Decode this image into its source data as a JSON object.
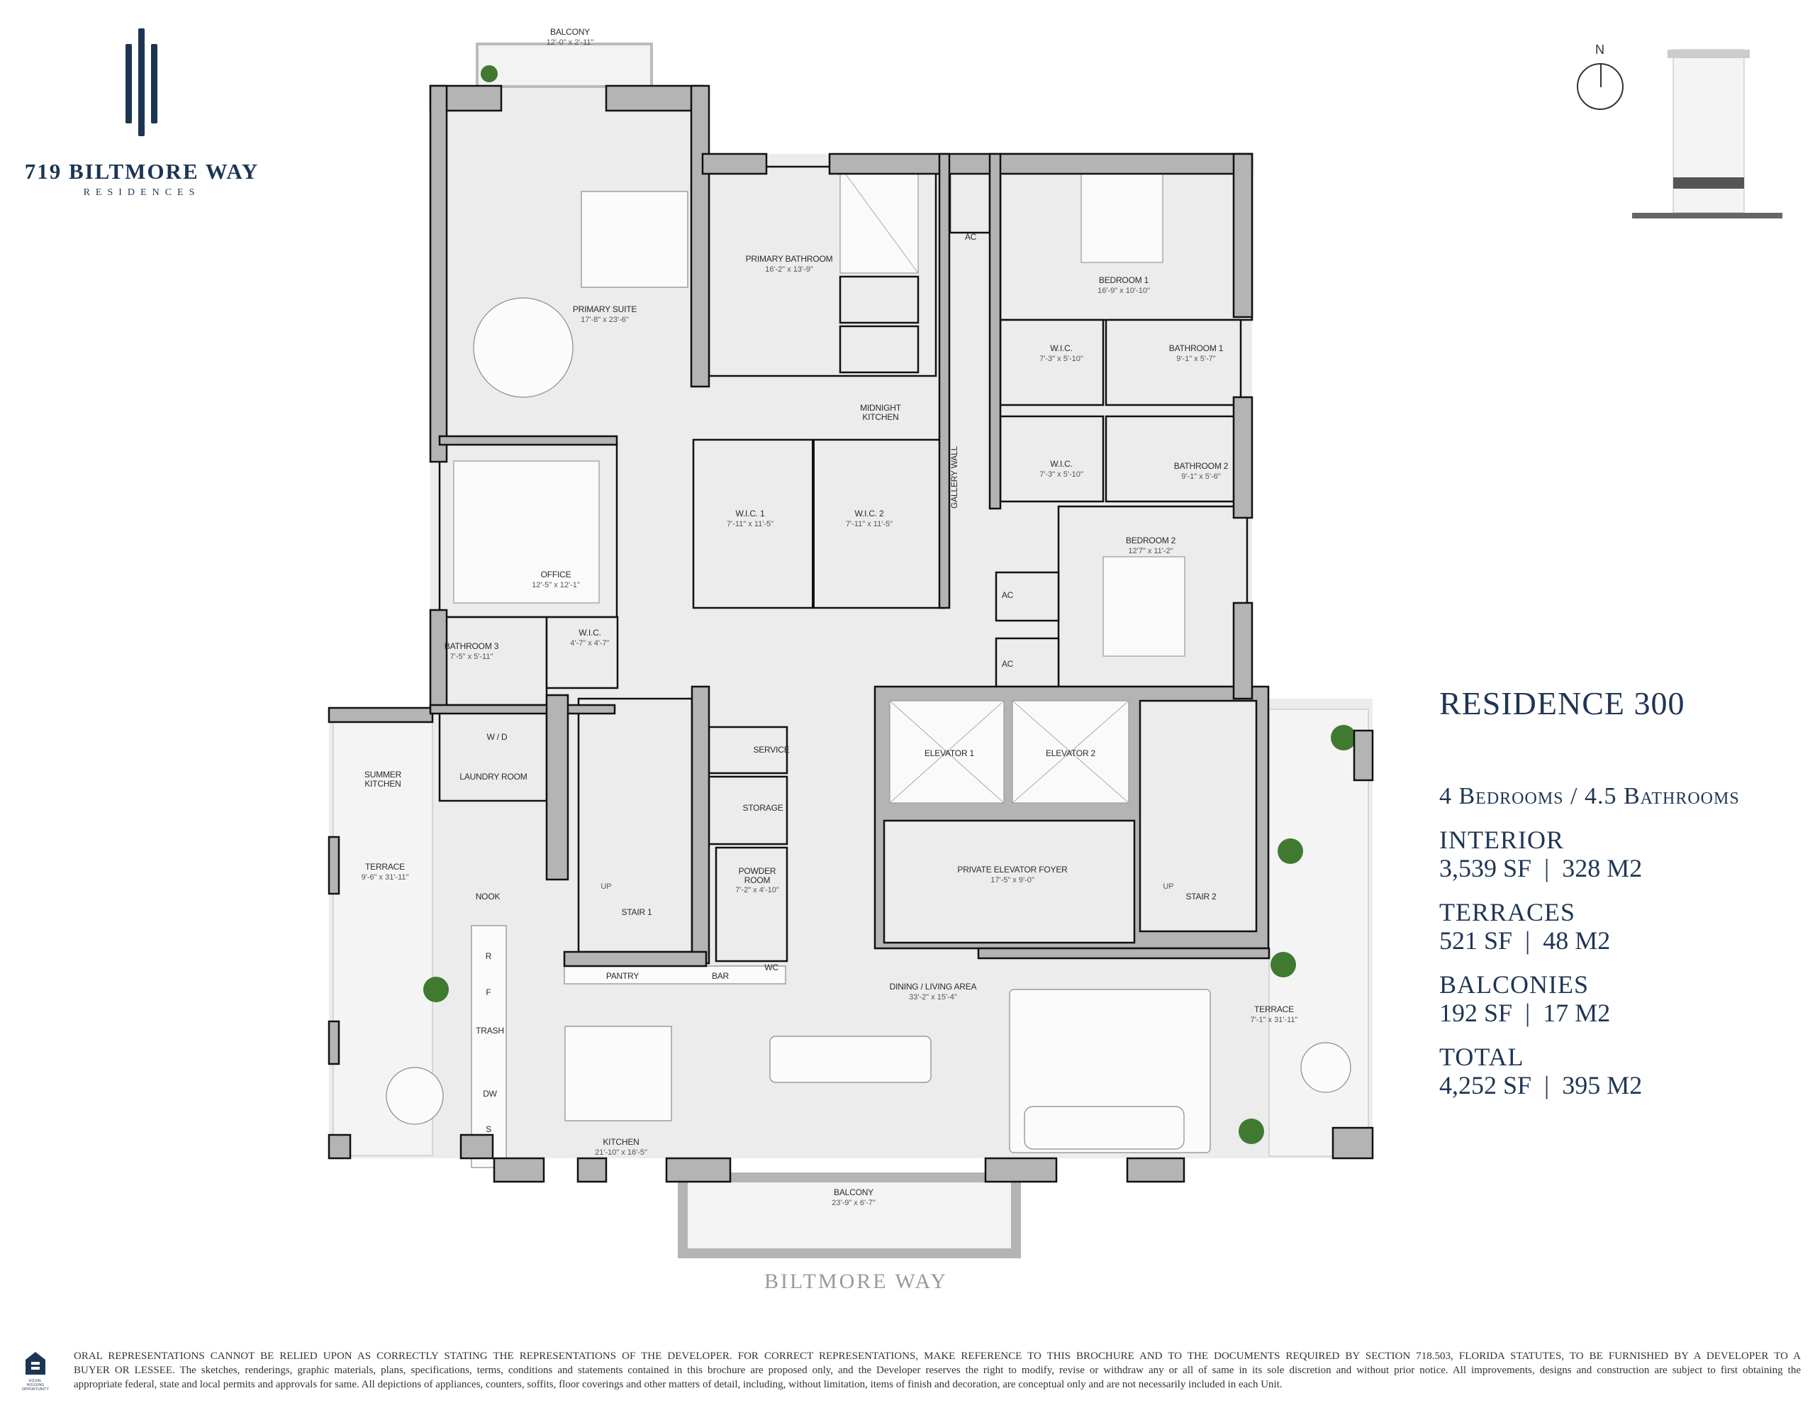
{
  "brand": {
    "name": "719 BILTMORE WAY",
    "sub": "RESIDENCES",
    "color": "#1c3552"
  },
  "compass": {
    "north": "N"
  },
  "residence": {
    "title": "RESIDENCE 300",
    "bedrooms_baths": "4 Bedrooms / 4.5 Bathrooms",
    "interior_label": "INTERIOR",
    "interior_value": "3,539 SF  |  328 M2",
    "terraces_label": "TERRACES",
    "terraces_value": "521 SF  |  48 M2",
    "balconies_label": "BALCONIES",
    "balconies_value": "192 SF  |  17 M2",
    "total_label": "TOTAL",
    "total_value": "4,252 SF  |  395 M2"
  },
  "rooms": [
    {
      "name": "BALCONY",
      "dims": "12'-0\" x 2'-11\""
    },
    {
      "name": "PRIMARY SUITE",
      "dims": "17'-8\" x 23'-6\""
    },
    {
      "name": "PRIMARY BATHROOM",
      "dims": "16'-2\" x 13'-9\""
    },
    {
      "name": "BEDROOM 1",
      "dims": "16'-9\" x 10'-10\""
    },
    {
      "name": "W.I.C.",
      "dims": "7'-3\" x 5'-10\""
    },
    {
      "name": "BATHROOM 1",
      "dims": "9'-1\" x 5'-7\""
    },
    {
      "name": "W.I.C.",
      "dims": "7'-3\" x 5'-10\""
    },
    {
      "name": "BATHROOM 2",
      "dims": "9'-1\" x 5'-6\""
    },
    {
      "name": "W.I.C. 1",
      "dims": "7'-11\" x 11'-5\""
    },
    {
      "name": "W.I.C. 2",
      "dims": "7'-11\" x 11'-5\""
    },
    {
      "name": "OFFICE",
      "dims": "12'-5\" x 12'-1\""
    },
    {
      "name": "BEDROOM 2",
      "dims": "12'7\" x 11'-2\""
    },
    {
      "name": "W.I.C.",
      "dims": "4'-7\" x 4'-7\""
    },
    {
      "name": "BATHROOM 3",
      "dims": "7'-5\" x 5'-11\""
    },
    {
      "name": "TERRACE",
      "dims": "9'-6\" x 31'-11\""
    },
    {
      "name": "POWDER ROOM",
      "dims": "7'-2\" x 4'-10\""
    },
    {
      "name": "PRIVATE ELEVATOR FOYER",
      "dims": "17'-5\" x 9'-0\""
    },
    {
      "name": "DINING / LIVING AREA",
      "dims": "33'-2\" x 15'-4\""
    },
    {
      "name": "TERRACE",
      "dims": "7'-1\" x 31'-11\""
    },
    {
      "name": "KITCHEN",
      "dims": "21'-10\" x 16'-5\""
    },
    {
      "name": "BALCONY",
      "dims": "23'-9\" x 6'-7\""
    }
  ],
  "labels": {
    "ac": "AC",
    "midnight": "MIDNIGHT",
    "kitchen_word": "KITCHEN",
    "gallery_wall": "GALLERY WALL",
    "wd": "W / D",
    "service": "SERVICE",
    "elevator1": "ELEVATOR 1",
    "elevator2": "ELEVATOR 2",
    "summer": "SUMMER",
    "laundry": "LAUNDRY ROOM",
    "storage": "STORAGE",
    "nook": "NOOK",
    "stair1": "STAIR 1",
    "stair2": "STAIR 2",
    "up": "UP",
    "r": "R",
    "f": "F",
    "trash": "TRASH",
    "dw": "DW",
    "s": "S",
    "pantry": "PANTRY",
    "bar": "BAR",
    "wc": "WC",
    "powder": "POWDER",
    "room": "ROOM"
  },
  "street": "BILTMORE WAY",
  "equal_housing": "EQUAL HOUSING OPPORTUNITY",
  "disclaimer": [
    "ORAL REPRESENTATIONS CANNOT BE RELIED UPON AS CORRECTLY STATING THE REPRESENTATIONS OF THE DEVELOPER.  FOR CORRECT REPRESENTATIONS, MAKE REFERENCE TO THIS BROCHURE AND TO THE DOCUMENTS REQUIRED BY SECTION 718.503, FLORIDA STATUTES, TO BE FURNISHED BY A DEVELOPER TO A",
    "BUYER OR LESSEE. The sketches, renderings, graphic materials, plans, specifications, terms, conditions and statements contained in this brochure are proposed only, and the Developer reserves the right to modify, revise or withdraw any or all of same in its sole discretion and without prior notice.  All improvements, designs and construction are subject to first obtaining the",
    "appropriate federal, state and local permits and approvals for same.  All depictions of appliances, counters, soffits, floor coverings and other matters of detail, including, without limitation, items of finish and decoration, are conceptual only and are not necessarily included in each Unit."
  ]
}
